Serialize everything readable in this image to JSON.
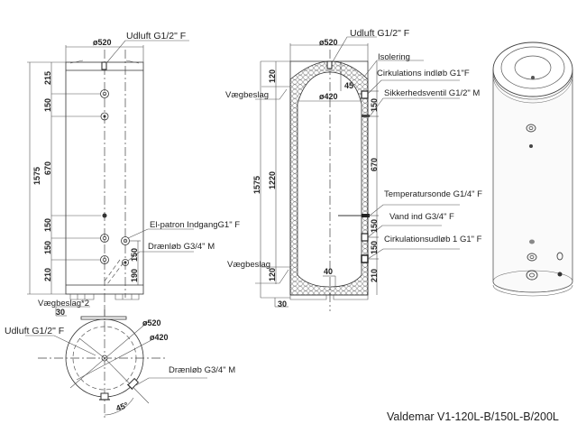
{
  "title": "Valdemar V1-120L-B/150L-B/200L",
  "side_view": {
    "labels": {
      "vent": "Udluft G1/2\" F",
      "heater": "El-patron IndgangG1\" F",
      "drain": "Drænløb G3/4\" M",
      "bracket": "Vægbeslag*2"
    },
    "dims": {
      "diameter": "ø520",
      "total_height": "1575",
      "d215": "215",
      "d150a": "150",
      "d670": "670",
      "d150b": "150",
      "d150c": "150",
      "d210": "210",
      "d150r": "150",
      "d190": "190",
      "d30": "30"
    }
  },
  "top_view": {
    "labels": {
      "vent": "Udluft G1/2\" F",
      "drain": "Drænløb G3/4\" M"
    },
    "dims": {
      "outer": "ø520",
      "inner": "ø420",
      "angle": "45°"
    }
  },
  "section_view": {
    "labels": {
      "vent": "Udluft G1/2\" F",
      "insulation": "Isolering",
      "circ_in": "Cirkulations indløb G1\"F",
      "safety_valve": "Sikkerhedsventil G1/2\" M",
      "bracket_top": "Vægbeslag",
      "temp_sensor": "Temperatursonde G1/4\" F",
      "water_in": "Vand ind G3/4\" F",
      "circ_out": "Cirkulationsudløb 1 G1\" F",
      "bracket_bottom": "Vægbeslag"
    },
    "dims": {
      "outer": "ø520",
      "inner": "ø420",
      "total_height": "1575",
      "d120_top": "120",
      "d1220": "1220",
      "d120_bottom": "120",
      "d45": "45",
      "d150": "150",
      "d670": "670",
      "d150b": "150",
      "d150c": "150",
      "d210": "210",
      "d40": "40",
      "d30": "30"
    }
  }
}
